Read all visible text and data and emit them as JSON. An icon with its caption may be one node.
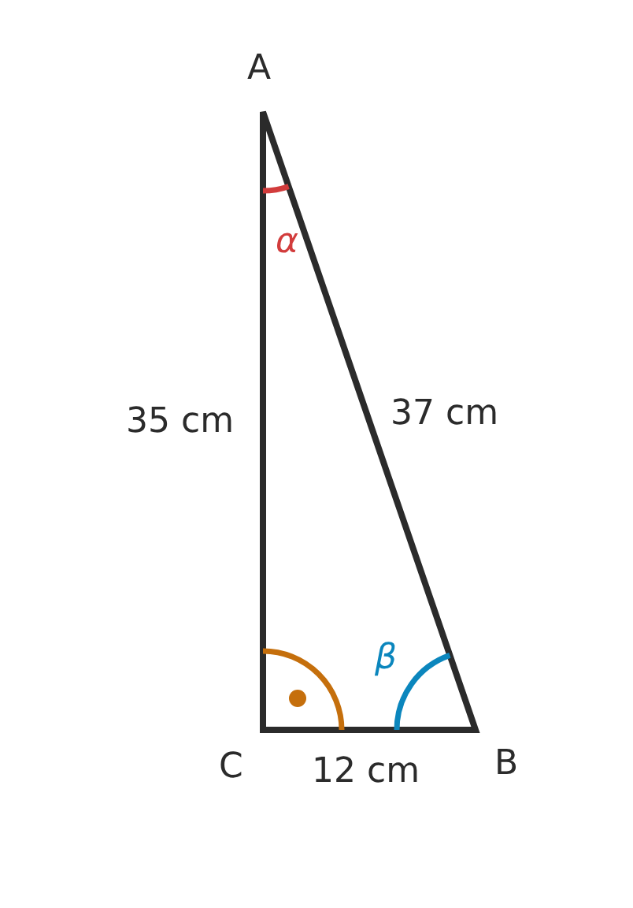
{
  "diagram": {
    "labels": [
      "A",
      "α",
      "35 cm",
      "37 cm",
      "β",
      "C",
      "12 cm",
      "B"
    ]
  }
}
